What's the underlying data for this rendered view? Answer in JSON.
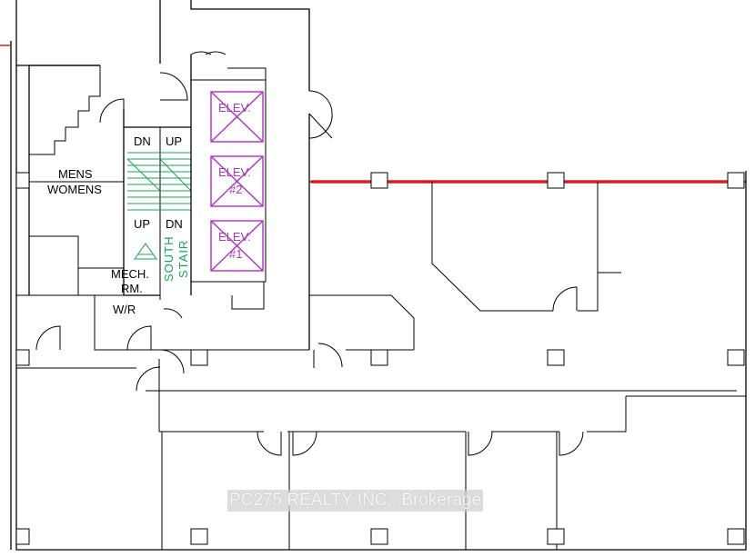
{
  "labels": {
    "mens": "MENS",
    "womens": "WOMENS",
    "dn_top": "DN",
    "up_top": "UP",
    "up_bottom": "UP",
    "dn_bottom": "DN",
    "mech": "MECH.",
    "rm": "RM.",
    "wr": "W/R",
    "south": "SOUTH",
    "stair": "STAIR",
    "elev3": "ELEV.",
    "elev2_a": "ELEV.",
    "elev2_b": "#2",
    "elev1_a": "ELEV.",
    "elev1_b": "#1"
  },
  "watermark": "PC275 REALTY INC., Brokerage",
  "colors": {
    "wall": "#000000",
    "stair": "#17a35a",
    "elevator": "#b02fc4",
    "highlight": "#d42020"
  }
}
